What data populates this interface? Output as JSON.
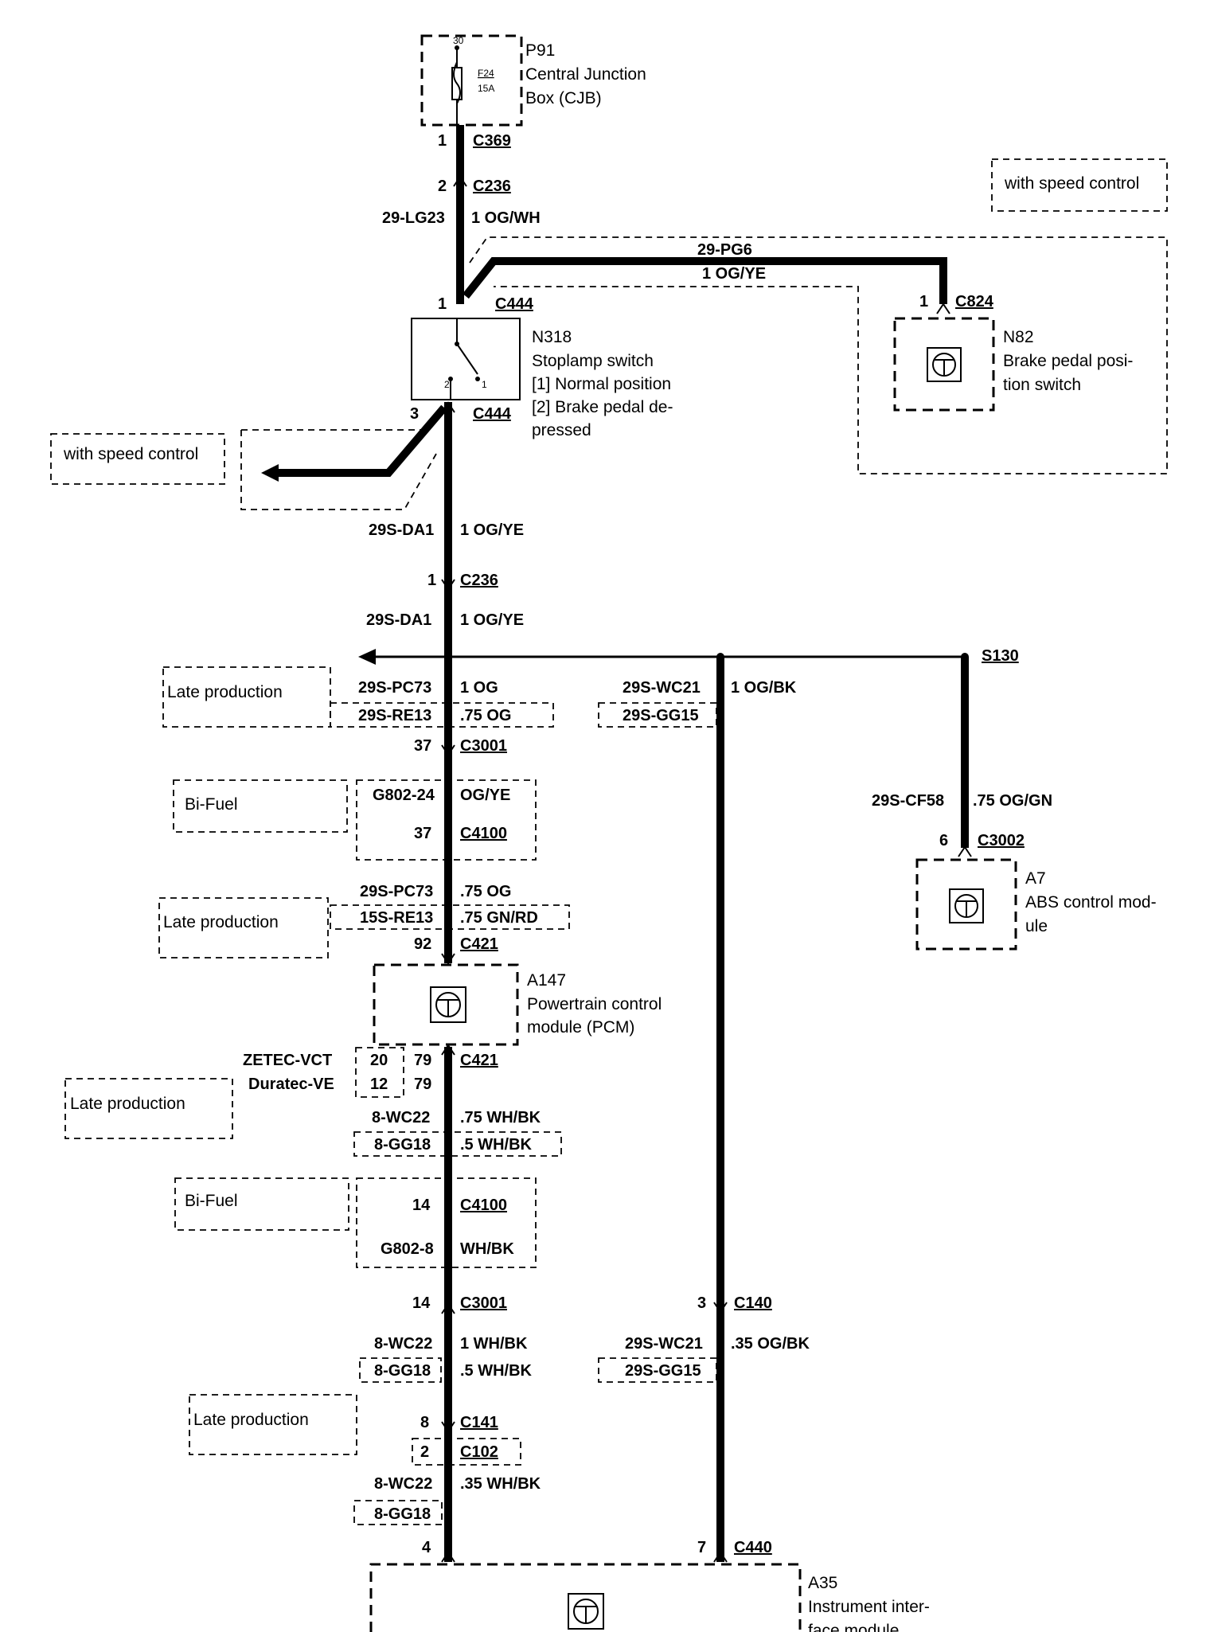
{
  "components": {
    "p91": {
      "id": "P91",
      "name_line1": "Central Junction",
      "name_line2": "Box (CJB)",
      "pin": "30",
      "fuse": "F24",
      "fuse_rating": "15A"
    },
    "n318": {
      "id": "N318",
      "line1": "Stoplamp switch",
      "line2": "[1] Normal position",
      "line3": "[2] Brake pedal de-",
      "line4": "pressed",
      "pin_a": "2",
      "pin_b": "1"
    },
    "n82": {
      "id": "N82",
      "line1": "Brake pedal posi-",
      "line2": "tion switch"
    },
    "a7": {
      "id": "A7",
      "line1": "ABS control mod-",
      "line2": "ule"
    },
    "a147": {
      "id": "A147",
      "line1": "Powertrain control",
      "line2": "module (PCM)"
    },
    "a35": {
      "id": "A35",
      "line1": "Instrument inter-",
      "line2": "face module"
    }
  },
  "notes": {
    "speed_control_top": "with speed control",
    "speed_control_left": "with speed control",
    "late_production_1": "Late production",
    "late_production_2": "Late production",
    "late_production_3": "Late production",
    "late_production_4": "Late production",
    "bifuel_1": "Bi-Fuel",
    "bifuel_2": "Bi-Fuel",
    "engine_zetec": "ZETEC-VCT",
    "engine_duratec": "Duratec-VE"
  },
  "connectors": {
    "c369": {
      "pin": "1",
      "name": "C369"
    },
    "c236_top": {
      "pin": "2",
      "name": "C236"
    },
    "c444_top": {
      "pin": "1",
      "name": "C444"
    },
    "c824": {
      "pin": "1",
      "name": "C824"
    },
    "c444_bottom": {
      "pin": "3",
      "name": "C444"
    },
    "c236_mid": {
      "pin": "1",
      "name": "C236"
    },
    "s130": {
      "name": "S130"
    },
    "c3001_top": {
      "pin": "37",
      "name": "C3001"
    },
    "c4100_top": {
      "pin": "37",
      "name": "C4100"
    },
    "c421_top": {
      "pin": "92",
      "name": "C421"
    },
    "c421_bottom": {
      "pin": "79",
      "alt_pin": "79",
      "name": "C421",
      "zetec_pin": "20",
      "duratec_pin": "12"
    },
    "c3002": {
      "pin": "6",
      "name": "C3002"
    },
    "c4100_bottom": {
      "pin": "14",
      "name": "C4100"
    },
    "c3001_bottom": {
      "pin": "14",
      "name": "C3001"
    },
    "c140": {
      "pin": "3",
      "name": "C140"
    },
    "c141": {
      "pin": "8",
      "name": "C141"
    },
    "c102": {
      "pin": "2",
      "name": "C102"
    },
    "c440_left": {
      "pin": "4"
    },
    "c440": {
      "pin": "7",
      "name": "C440"
    }
  },
  "wires": {
    "w1": {
      "circuit": "29-LG23",
      "spec": "1 OG/WH"
    },
    "w2": {
      "circuit": "29-PG6",
      "spec": "1 OG/YE"
    },
    "w3": {
      "circuit": "29S-DA1",
      "spec": "1 OG/YE"
    },
    "w4": {
      "circuit": "29S-DA1",
      "spec": "1 OG/YE"
    },
    "w5": {
      "circuit": "29S-PC73",
      "spec": "1 OG",
      "alt_circuit": "29S-RE13",
      "alt_spec": ".75 OG"
    },
    "w6": {
      "circuit": "29S-WC21",
      "spec": "1 OG/BK",
      "alt_circuit": "29S-GG15"
    },
    "w7": {
      "circuit": "G802-24",
      "spec": "OG/YE"
    },
    "w8": {
      "circuit": "29S-PC73",
      "spec": ".75 OG",
      "alt_circuit": "15S-RE13",
      "alt_spec": ".75 GN/RD"
    },
    "w9": {
      "circuit": "29S-CF58",
      "spec": ".75 OG/GN"
    },
    "w10": {
      "circuit": "8-WC22",
      "spec": ".75 WH/BK",
      "alt_circuit": "8-GG18",
      "alt_spec": ".5 WH/BK"
    },
    "w11": {
      "circuit": "G802-8",
      "spec": "WH/BK"
    },
    "w12": {
      "circuit": "8-WC22",
      "spec": "1 WH/BK",
      "alt_circuit": "8-GG18",
      "alt_spec": ".5 WH/BK"
    },
    "w13": {
      "circuit": "29S-WC21",
      "spec": ".35 OG/BK",
      "alt_circuit": "29S-GG15"
    },
    "w14": {
      "circuit": "8-WC22",
      "spec": ".35 WH/BK",
      "alt_circuit": "8-GG18"
    }
  },
  "icons": [
    "fuse-icon",
    "switch-icon",
    "module-symbol-icon",
    "arrow-left-icon",
    "splice-dot-icon",
    "connector-arrow-icon"
  ]
}
